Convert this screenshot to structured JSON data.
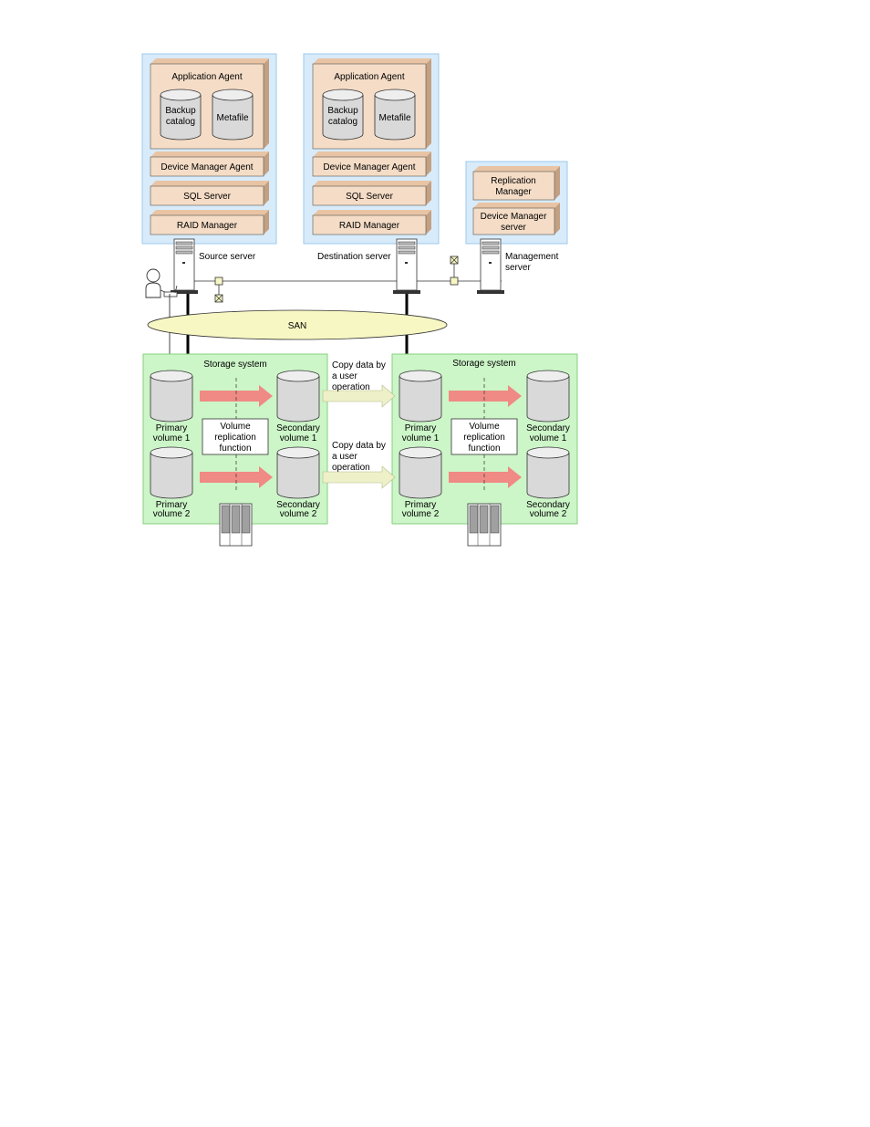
{
  "source_server": {
    "label": "Source server",
    "application_agent": "Application Agent",
    "backup_catalog": [
      "Backup",
      "catalog"
    ],
    "metafile": "Metafile",
    "device_manager_agent": "Device Manager Agent",
    "sql_server": "SQL Server",
    "raid_manager": "RAID Manager"
  },
  "destination_server": {
    "label": "Destination server",
    "application_agent": "Application Agent",
    "backup_catalog": [
      "Backup",
      "catalog"
    ],
    "metafile": "Metafile",
    "device_manager_agent": "Device Manager Agent",
    "sql_server": "SQL Server",
    "raid_manager": "RAID Manager"
  },
  "management_server": {
    "label": [
      "Management",
      "server"
    ],
    "replication_manager": [
      "Replication",
      "Manager"
    ],
    "device_manager_server": [
      "Device Manager",
      "server"
    ]
  },
  "san": "SAN",
  "copy_labels": [
    [
      "Copy data by",
      "a user",
      "operation"
    ],
    [
      "Copy data by",
      "a user",
      "operation"
    ]
  ],
  "storage_left": {
    "title": "Storage system",
    "function": [
      "Volume",
      "replication",
      "function"
    ],
    "primary_1": [
      "Primary",
      "volume 1"
    ],
    "secondary_1": [
      "Secondary",
      "volume 1"
    ],
    "primary_2": [
      "Primary",
      "volume 2"
    ],
    "secondary_2": [
      "Secondary",
      "volume 2"
    ]
  },
  "storage_right": {
    "title": "Storage system",
    "function": [
      "Volume",
      "replication",
      "function"
    ],
    "primary_1": [
      "Primary",
      "volume 1"
    ],
    "secondary_1": [
      "Secondary",
      "volume 1"
    ],
    "primary_2": [
      "Primary",
      "volume 2"
    ],
    "secondary_2": [
      "Secondary",
      "volume 2"
    ]
  },
  "colors": {
    "server_area": "#d8ebfa",
    "server_area_border": "#9cc8ec",
    "storage_area": "#ccf5c8",
    "storage_area_border": "#86d07e",
    "component_box": "#f4dcc6",
    "component_shadow": "#c4a082",
    "copy_arrow_red": "#f08a84",
    "copy_arrow_yellow": "#eef0c8",
    "san_fill": "#f7f7c4",
    "cylinder_fill": "#d9d9d9"
  }
}
